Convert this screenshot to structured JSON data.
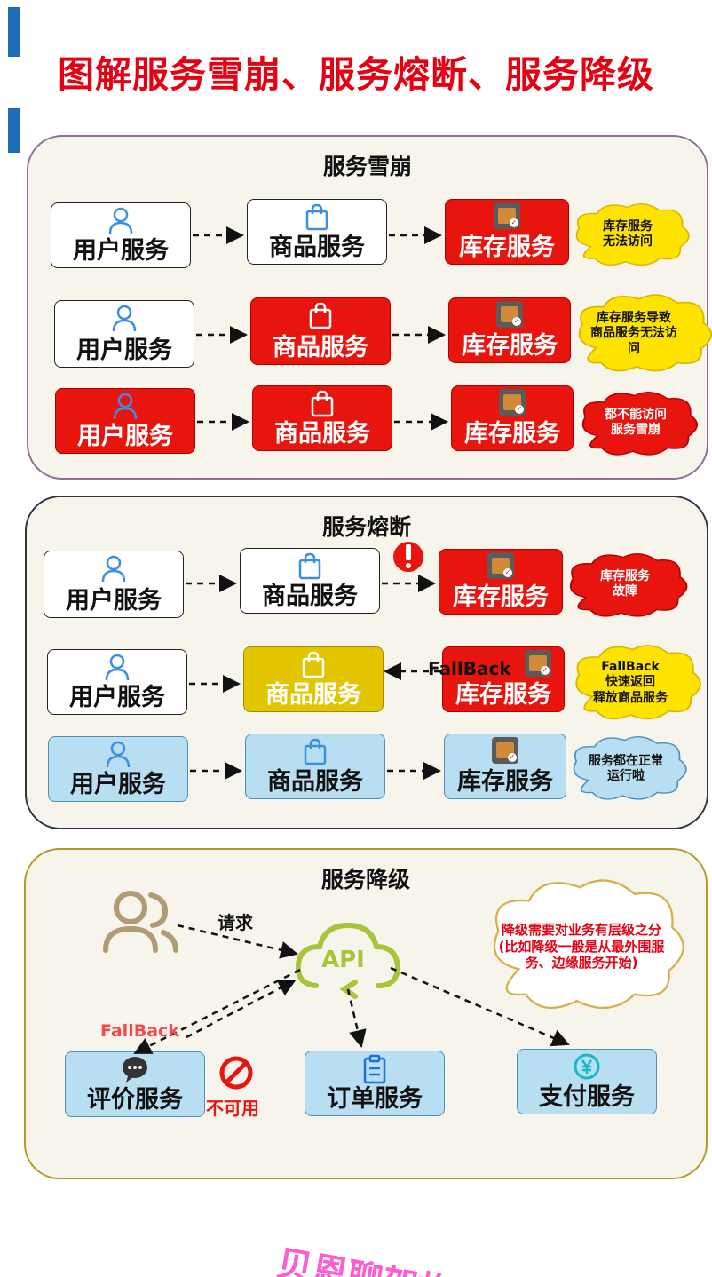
{
  "title": "图解服务雪崩、服务熔断、服务降级",
  "colors": {
    "title_red": "#e60012",
    "failed_red": "#e8140e",
    "fallback_yellow": "#e2c400",
    "healthy_blue": "#b8def2",
    "cloud_yellow": "#ffe300",
    "watermark_pink": "#ff5ccf"
  },
  "avalanche": {
    "title": "服务雪崩",
    "rows": [
      {
        "user": "用户服务",
        "product": "商品服务",
        "inventory": "库存服务",
        "note_lines": [
          "库存服务",
          "无法访问"
        ]
      },
      {
        "user": "用户服务",
        "product": "商品服务",
        "inventory": "库存服务",
        "note_lines": [
          "库存服务导致",
          "商品服务无法访",
          "问"
        ]
      },
      {
        "user": "用户服务",
        "product": "商品服务",
        "inventory": "库存服务",
        "note_lines": [
          "都不能访问",
          "服务雪崩"
        ]
      }
    ]
  },
  "breaker": {
    "title": "服务熔断",
    "rows": [
      {
        "user": "用户服务",
        "product": "商品服务",
        "inventory": "库存服务",
        "note_lines": [
          "库存服务",
          "故障"
        ]
      },
      {
        "user": "用户服务",
        "product": "商品服务",
        "inventory": "库存服务",
        "note_lines": [
          "FallBack",
          "快速返回",
          "释放商品服务"
        ]
      },
      {
        "user": "用户服务",
        "product": "商品服务",
        "inventory": "库存服务",
        "note_lines": [
          "服务都在正常",
          "运行啦"
        ]
      }
    ],
    "fallback_label": "FallBack",
    "warning_icon": "exclamation-icon"
  },
  "degrade": {
    "title": "服务降级",
    "request_label": "请求",
    "api_label": "API",
    "fallback_label": "FallBack",
    "unavailable_label": "不可用",
    "services": {
      "review": "评价服务",
      "order": "订单服务",
      "payment": "支付服务"
    },
    "note_lines": [
      "降级需要对业务有层级之分",
      "(比如降级一般是从最外围服",
      "务、边缘服务开始)"
    ]
  },
  "watermark": "贝恩聊架构"
}
